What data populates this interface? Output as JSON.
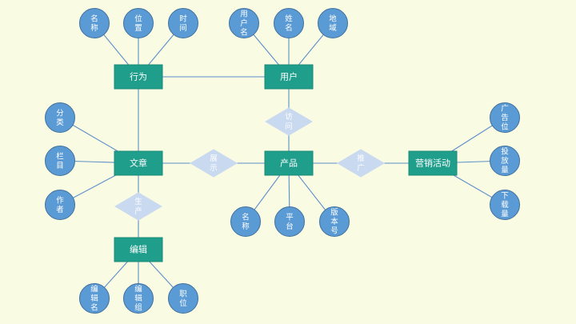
{
  "entities": {
    "xingwei": "行为",
    "yonghu": "用户",
    "wenzhang": "文章",
    "chanpin": "产品",
    "yingxiao": "营销活动",
    "bianji": "编辑"
  },
  "relationships": {
    "fangwen": "访问",
    "zhanshi": "展示",
    "tuiguang": "推广",
    "shengchan": "生产"
  },
  "attributes": {
    "xingwei": [
      "名称",
      "位置",
      "时间"
    ],
    "yonghu": [
      "用户名",
      "姓名",
      "地域"
    ],
    "wenzhang": [
      "分类",
      "栏目",
      "作者"
    ],
    "chanpin": [
      "名称",
      "平台",
      "版本号"
    ],
    "yingxiao": [
      "广告位",
      "投放量",
      "下载量"
    ],
    "bianji": [
      "编辑名",
      "编辑组",
      "职位"
    ]
  },
  "colors": {
    "background": "#fafbe3",
    "entity": "#1f9e8b",
    "attribute": "#5b9bd5",
    "relationship": "#c9d9f0",
    "edge": "#5b8fc9"
  }
}
